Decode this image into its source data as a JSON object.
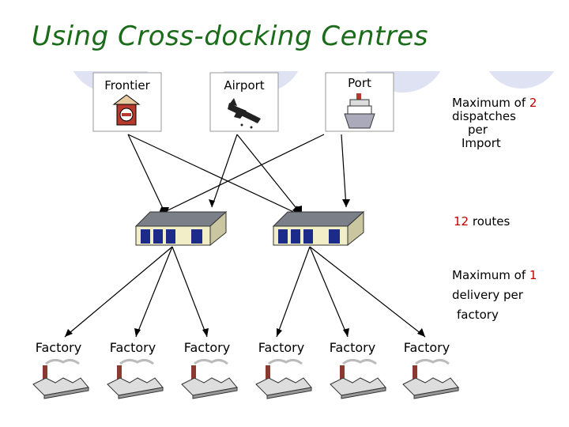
{
  "title": "Using Cross-docking Centres",
  "sources": [
    {
      "label": "Frontier",
      "icon": "border-post-icon"
    },
    {
      "label": "Airport",
      "icon": "airplane-icon"
    },
    {
      "label": "Port",
      "icon": "ship-icon"
    }
  ],
  "notes": {
    "dispatch_prefix": "Maximum of",
    "dispatch_num": "2",
    "dispatch_l2": "dispatches",
    "dispatch_l3": "per",
    "dispatch_l4": "Import",
    "routes_num": "12",
    "routes_text": "routes",
    "delivery_prefix": "Maximum of",
    "delivery_num": "1",
    "delivery_l2": "delivery per",
    "delivery_l3": "factory"
  },
  "factories": [
    {
      "label": "Factory"
    },
    {
      "label": "Factory"
    },
    {
      "label": "Factory"
    },
    {
      "label": "Factory"
    },
    {
      "label": "Factory"
    },
    {
      "label": "Factory"
    }
  ],
  "colors": {
    "title": "#1a6b1a",
    "accent_number": "#c00000",
    "decor_circle": "#d8dcf0",
    "warehouse_roof": "#7a7f88",
    "warehouse_wall": "#f2efc8",
    "warehouse_door": "#1c2a8a"
  }
}
